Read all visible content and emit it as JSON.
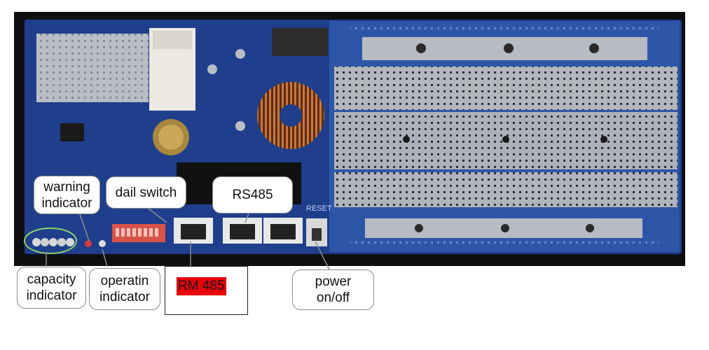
{
  "colors": {
    "board_background": "#0f0f12",
    "pcb": "#1f3f8c",
    "pcb_light": "#2d56a8",
    "busbar": "#b7bcc2",
    "callout_border": "#8c8c8c",
    "rm485_highlight": "#e8000b",
    "rm485_text": "#1a1a1a",
    "capacity_ring": "#8fd16a"
  },
  "labels": {
    "warning": [
      "warning",
      "indicator"
    ],
    "dial_switch": "dail switch",
    "rs485": "RS485",
    "capacity": [
      "capacity",
      "indicator"
    ],
    "operating": [
      "operatin",
      "indicator"
    ],
    "rm485": "RM 485",
    "power": [
      "power",
      "on/off"
    ]
  },
  "board_markings": {
    "reset": "RESET"
  },
  "icons": {
    "board": "bms-circuit-board",
    "toroid": "toroidal-inductor-icon",
    "coin_cell": "coin-battery-icon",
    "rj45": "rj45-port-icon"
  }
}
